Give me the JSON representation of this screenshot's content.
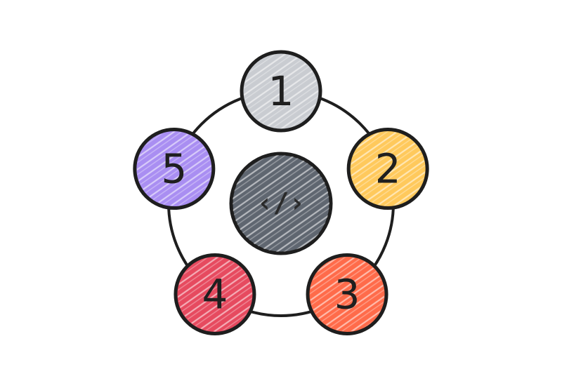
{
  "diagram": {
    "center": {
      "label": "‹/›",
      "icon": "code-icon",
      "color": "#5f6670"
    },
    "nodes": [
      {
        "label": "1",
        "color": "#c9ccd1"
      },
      {
        "label": "2",
        "color": "#ffc95c"
      },
      {
        "label": "3",
        "color": "#ff6b4a"
      },
      {
        "label": "4",
        "color": "#e64a5f"
      },
      {
        "label": "5",
        "color": "#a98ef2"
      }
    ]
  }
}
